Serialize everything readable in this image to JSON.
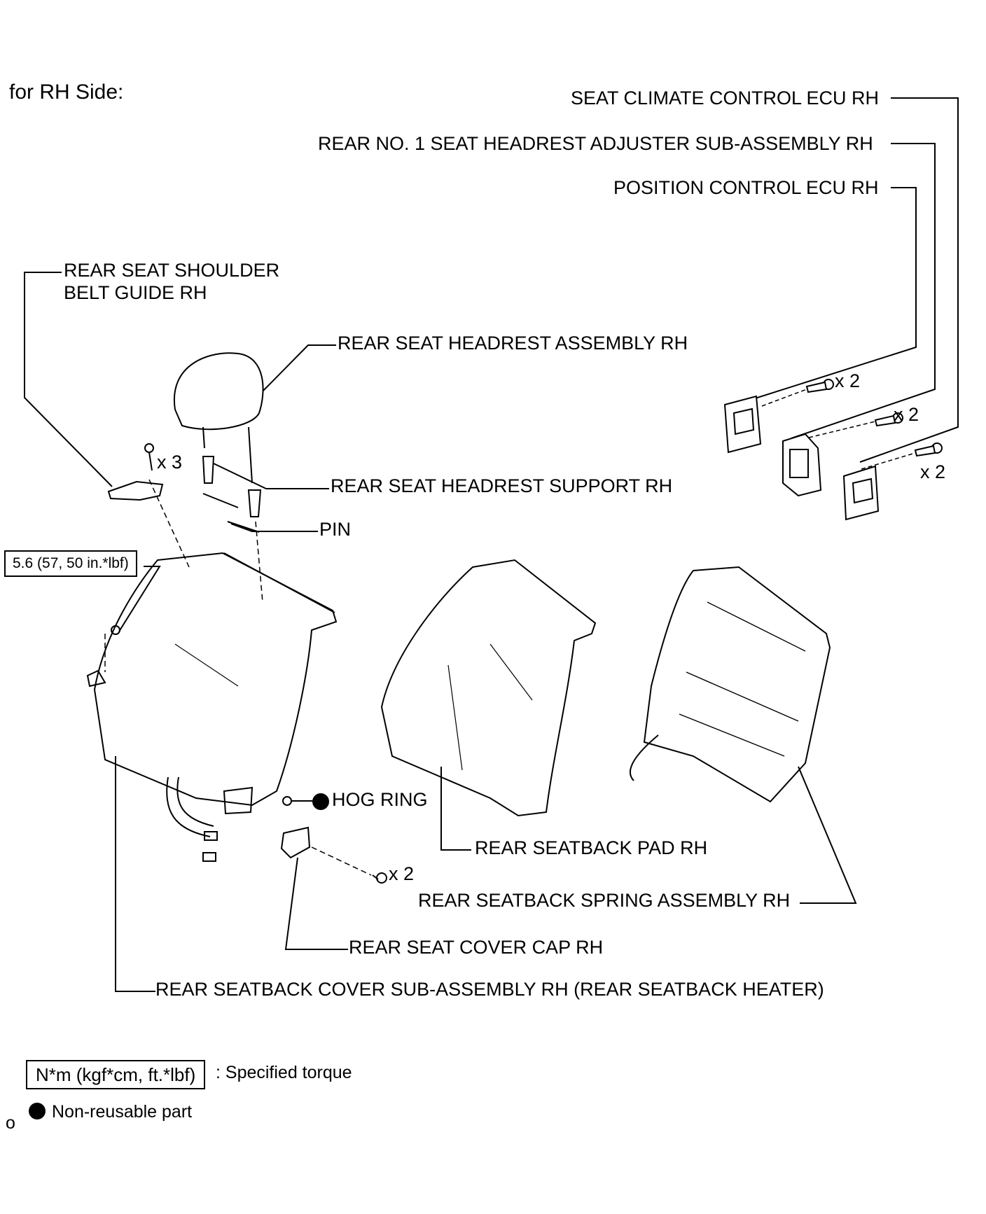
{
  "heading": "for RH Side:",
  "labels": {
    "seat_climate_ecu": "SEAT CLIMATE CONTROL ECU RH",
    "headrest_adjuster": "REAR NO. 1 SEAT HEADREST ADJUSTER SUB-ASSEMBLY RH",
    "position_control_ecu": "POSITION CONTROL ECU RH",
    "shoulder_belt_guide_line1": "REAR SEAT SHOULDER",
    "shoulder_belt_guide_line2": "BELT GUIDE RH",
    "headrest_assembly": "REAR SEAT HEADREST ASSEMBLY RH",
    "headrest_support": "REAR SEAT HEADREST SUPPORT RH",
    "pin": "PIN",
    "hog_ring": "HOG RING",
    "seatback_pad": "REAR SEATBACK PAD RH",
    "seatback_spring": "REAR SEATBACK SPRING ASSEMBLY RH",
    "cover_cap": "REAR SEAT COVER CAP RH",
    "seatback_cover": "REAR SEATBACK COVER SUB-ASSEMBLY RH (REAR SEATBACK HEATER)"
  },
  "quantities": {
    "q1": "x 2",
    "q2": "x 2",
    "q3": "x 2",
    "q_headrest_screws": "x 3",
    "q_cap_screws": "x 2"
  },
  "torque_value": "5.6 (57, 50 in.*lbf)",
  "legend": {
    "torque_box": "N*m (kgf*cm, ft.*lbf)",
    "torque_text": ": Specified torque",
    "nonreusable_text": "Non-reusable part"
  },
  "corner_mark": "o"
}
